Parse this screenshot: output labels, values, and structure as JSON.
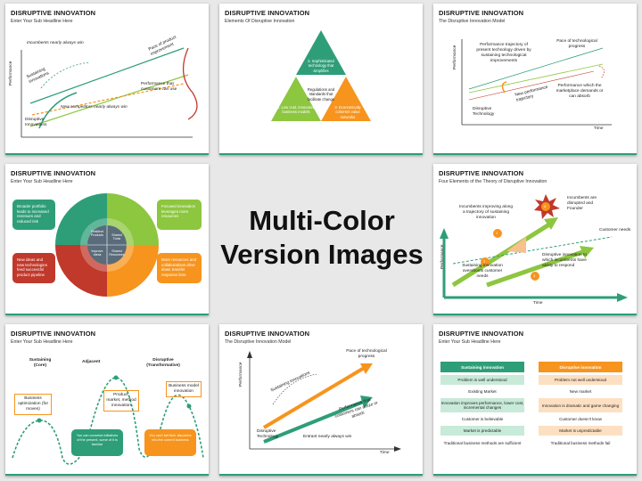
{
  "center": {
    "line1": "Multi-Color",
    "line2": "Version Images"
  },
  "colors": {
    "green": "#2e9e78",
    "lightgreen": "#8dc63f",
    "orange": "#f7941d",
    "red": "#c0392b",
    "teal": "#1aa39b"
  },
  "s1": {
    "title": "DISRUPTIVE INNOVATION",
    "sub": "Enter Your Sub Headline Here",
    "ylabel": "Performance",
    "l1": "Incumbents nearly always win",
    "l2": "Sustaining innovations",
    "l3": "Pace of product improvement",
    "l4": "Performance that customers can use",
    "l5": "New competitors nearly always win",
    "l6": "Disruptive Innovations"
  },
  "s2": {
    "title": "DISRUPTIVE INNOVATION",
    "sub": "Elements Of Disruptive Innovation",
    "t1": "2. Sophisticated technology that simplifies",
    "t2": "Regulations and standards that facilitate change",
    "t3": "1. Low cost, innovative business models",
    "t4": "3. Economically coherent value networks"
  },
  "s3": {
    "title": "DISRUPTIVE INNOVATION",
    "sub": "The Disruptive Innovation Model",
    "ylabel": "Performance",
    "xlabel": "Time",
    "l1": "Performance trajectory of present technology driven by sustaining technological improvements",
    "l2": "Pace of technological progress",
    "l3": "Performance which the marketplace demands or can absorb",
    "l4": "New performance trajectory",
    "l5": "Disruptive Technology"
  },
  "s4": {
    "title": "DISRUPTIVE INNOVATION",
    "sub": "Enter Your Sub Headline Here",
    "b1": "Broader portfolio leads to increased revenues and reduced risk",
    "b2": "Focused innovation leverages more resources",
    "b3": "New ideas and new technologies feed successful product pipeline",
    "b4": "More resources and collaborations drive down transfer response time",
    "c1": "Resilient Products",
    "c2": "Shared Tools",
    "c3": "Improve Ideas",
    "c4": "Shared Resources"
  },
  "s5": {
    "title": "DISRUPTIVE INNOVATION",
    "sub": "Four Elements of the Theory of Disruptive Innovation",
    "ylabel": "Performance",
    "xlabel": "Time",
    "l1": "Incumbents improving along a trajectory of sustaining innovation",
    "l2": "Incumbents are disrupted and Founder",
    "l3": "Customer needs",
    "l4": "Sustaining innovation overshoots customer needs",
    "l5": "Disruptive innovation to which incumbents have ability to respond",
    "n1": "1",
    "n2": "2",
    "n3": "3",
    "n4": "4"
  },
  "s6": {
    "title": "DISRUPTIVE INNOVATION",
    "sub": "Enter Your Sub Headline Here",
    "h1": "Sustaining (Core)",
    "h2": "Adjacent",
    "h3": "Disruptive (Transformative)",
    "c1": "Business optimization (for moves)",
    "c2": "Product, market, method innovation",
    "c3": "Business model innovation",
    "g1": "You can conceive initiatives of the present, some of it is familiar",
    "g2": "You can't bet their discovers into the current business"
  },
  "s7": {
    "title": "DISRUPTIVE INNOVATION",
    "sub": "The Disruptive Innovation Model",
    "ylabel": "Performance",
    "xlabel": "Time",
    "l1": "Pace of technological progress",
    "l2": "Sustaining innovations",
    "l3": "Performance that customers can utilize or absorb",
    "l4": "Disruptive Technology",
    "l5": "Entrant nearly always win"
  },
  "s8": {
    "title": "DISRUPTIVE INNOVATION",
    "sub": "Enter Your Sub Headline Here",
    "left_header": "Sustaining innovation",
    "right_header": "Disruptive innovation",
    "left": [
      "Problem is well understood",
      "Existing Market",
      "Innovation improves performance, lower cost, incremental changes",
      "Customer is believable",
      "Market is predictable",
      "Traditional business methods are sufficient"
    ],
    "right": [
      "Problem not well understood",
      "New market",
      "Innovation is dramatic and game changing",
      "Customer doesn't know",
      "Market is unpredictable",
      "Traditional business methods fail"
    ]
  }
}
